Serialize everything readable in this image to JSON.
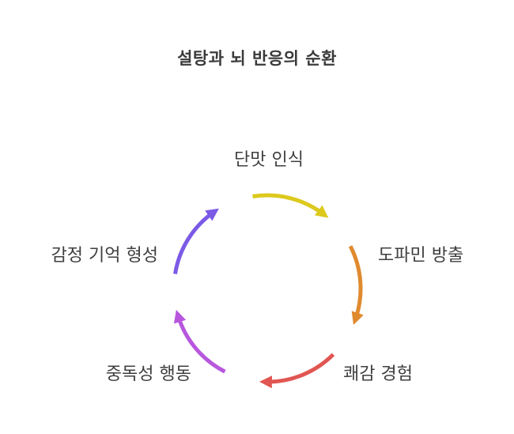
{
  "diagram": {
    "title": "설탕과 뇌 반응의 순환",
    "steps": [
      {
        "label": "단맛 인식",
        "color": "#dcc91c"
      },
      {
        "label": "도파민 방출",
        "color": "#e08a2e"
      },
      {
        "label": "쾌감 경험",
        "color": "#e15652"
      },
      {
        "label": "중독성 행동",
        "color": "#b857de"
      },
      {
        "label": "감정 기억 형성",
        "color": "#7b5ae6"
      }
    ]
  }
}
